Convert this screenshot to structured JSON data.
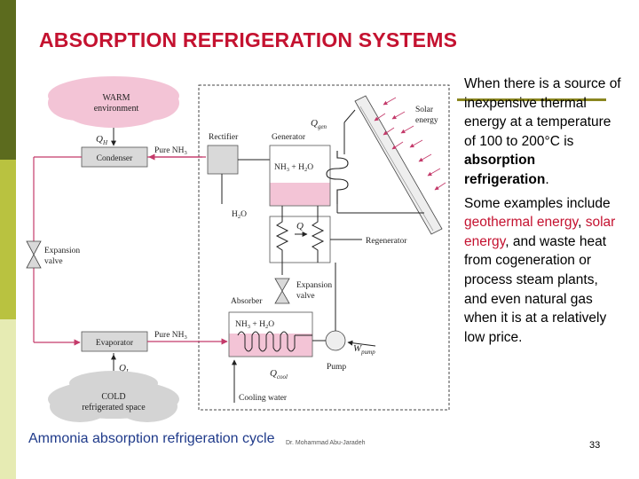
{
  "slide": {
    "title": "ABSORPTION REFRIGERATION SYSTEMS",
    "caption": "Ammonia absorption refrigeration cycle",
    "author": "Dr. Mohammad Abu-Jaradeh",
    "slide_number": "33"
  },
  "description": {
    "p1_a": "When there is a source of inexpensive thermal energy at a temperature of 100 to 200°C is ",
    "p1_bold": "absorption refrigeration",
    "p1_end": ".",
    "p2_a": "Some examples include ",
    "p2_geothermal": "geothermal energy",
    "p2_sep1": ", ",
    "p2_solar": "solar energy",
    "p2_rest": ", and waste heat from cogeneration or process steam plants, and even natural gas when it is at a relatively low price."
  },
  "diagram": {
    "warm_line1": "WARM",
    "warm_line2": "environment",
    "qh_label": "Q",
    "qh_sub": "H",
    "condenser": "Condenser",
    "pure_nh3_top": "Pure NH",
    "pure_nh3_top_sub": "3",
    "rectifier": "Rectifier",
    "generator": "Generator",
    "qgen_label": "Q",
    "qgen_sub": "gen",
    "solar_line1": "Solar",
    "solar_line2": "energy",
    "gen_mix_a": "NH",
    "gen_mix_sub3": "3",
    "gen_mix_b": " + H",
    "gen_mix_sub2": "2",
    "gen_mix_c": "O",
    "h2o_a": "H",
    "h2o_sub": "2",
    "h2o_b": "O",
    "q_label": "Q",
    "regenerator": "Regenerator",
    "expansion_line1": "Expansion",
    "expansion_line2": "valve",
    "expansion2_line1": "Expansion",
    "expansion2_line2": "valve",
    "absorber": "Absorber",
    "abs_mix_a": "NH",
    "abs_mix_sub3": "3",
    "abs_mix_b": " + H",
    "abs_mix_sub2": "2",
    "abs_mix_c": "O",
    "evaporator": "Evaporator",
    "pure_nh3_bot": "Pure NH",
    "pure_nh3_bot_sub": "3",
    "wpump_label": "W",
    "wpump_sub": "pump",
    "pump": "Pump",
    "qcool_label": "Q",
    "qcool_sub": "cool",
    "ql_label": "Q",
    "ql_sub": "L",
    "cold_line1": "COLD",
    "cold_line2": "refrigerated space",
    "cooling_water": "Cooling water"
  }
}
